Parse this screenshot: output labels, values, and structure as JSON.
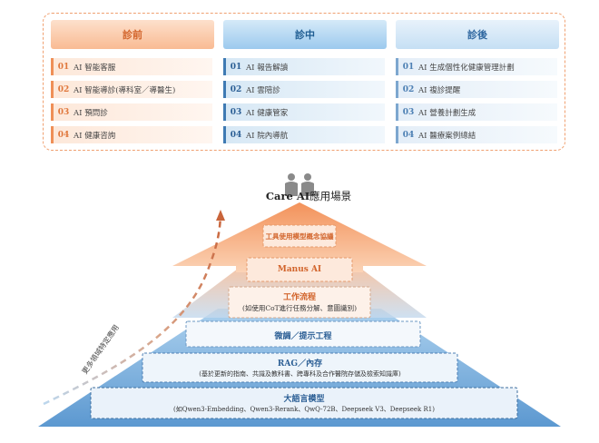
{
  "phases": {
    "pre": {
      "title": "診前",
      "items": [
        {
          "num": "01",
          "text": "AI 智能客服"
        },
        {
          "num": "02",
          "text": "AI 智能導診(導科室／導醫生)"
        },
        {
          "num": "03",
          "text": "AI 預問診"
        },
        {
          "num": "04",
          "text": "AI 健康咨詢"
        }
      ]
    },
    "mid": {
      "title": "診中",
      "items": [
        {
          "num": "01",
          "text": "AI 報告解讀"
        },
        {
          "num": "02",
          "text": "AI 雲陪診"
        },
        {
          "num": "03",
          "text": "AI 健康管家"
        },
        {
          "num": "04",
          "text": "AI 院內導航"
        }
      ]
    },
    "post": {
      "title": "診後",
      "items": [
        {
          "num": "01",
          "text": "AI 生成個性化健康管理計劃"
        },
        {
          "num": "02",
          "text": "AI 複診提醒"
        },
        {
          "num": "03",
          "text": "AI 營養計劃生成"
        },
        {
          "num": "04",
          "text": "AI 醫療案例總結"
        }
      ]
    }
  },
  "pyramid": {
    "top_title": "Care AI",
    "top_subtitle": "應用場景",
    "side_label": "更多領域特定應用",
    "layers": {
      "tools": {
        "title": "工具使用模型概念協議"
      },
      "manus": {
        "title": "Manus AI"
      },
      "workflow": {
        "title": "工作流程",
        "desc": "(如使用CoT進行任務分解、意圖識別)"
      },
      "finetune": {
        "title": "微調／提示工程"
      },
      "rag": {
        "title": "RAG／內存",
        "desc": "(基於更新的指南、共識及教科書、跨專科及合作醫院存儲及檢索知識庫)"
      },
      "llm": {
        "title": "大語言模型",
        "desc": "(如Qwen3-Embedding、Qwen3-Rerank、QwQ-72B、Deepseek V3、Deepseek R1)"
      }
    }
  },
  "colors": {
    "orange": "#f08a4b",
    "blue": "#3f7ab3",
    "layer_text_orange": "#d2642b",
    "layer_text_blue": "#2c5f95"
  }
}
